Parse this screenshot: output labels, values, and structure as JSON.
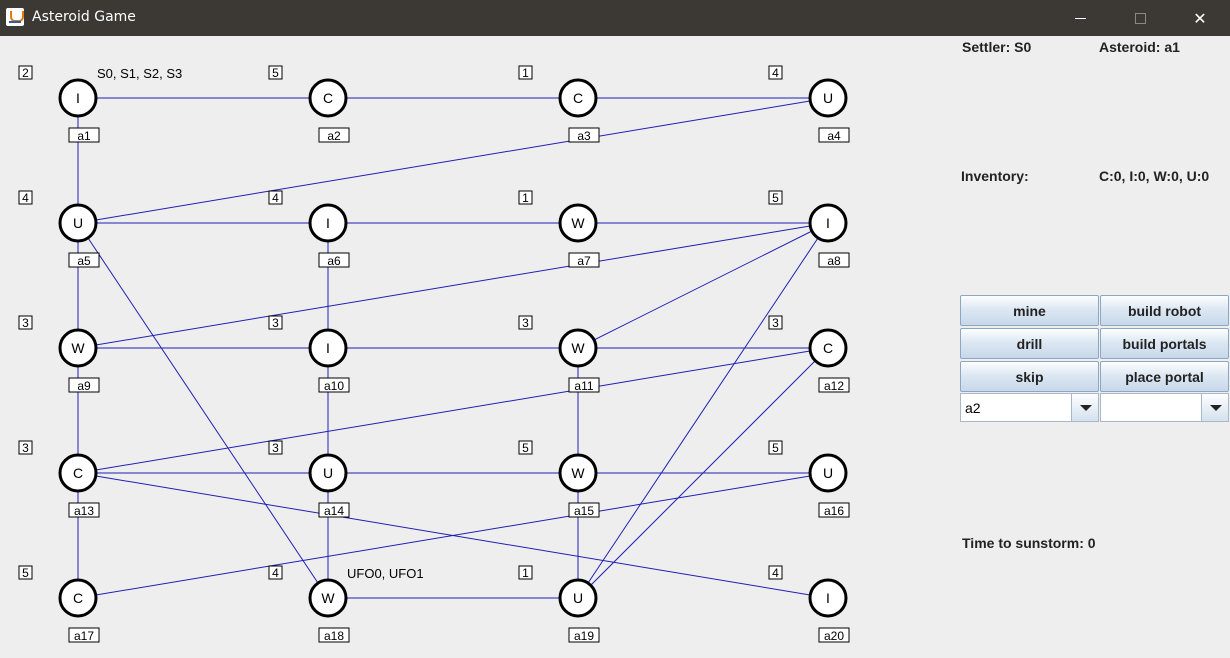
{
  "window": {
    "title": "Asteroid Game",
    "icon": "java-cup-icon",
    "controls": [
      "minimize-icon",
      "maximize-icon",
      "close-icon"
    ]
  },
  "colors": {
    "edge": "#1f1fb4",
    "background": "#eeeeee",
    "titlebar": "#3c3935"
  },
  "map": {
    "asteroids": [
      {
        "id": "a1",
        "material": "I",
        "layers": "2",
        "occupants": "S0, S1, S2, S3"
      },
      {
        "id": "a2",
        "material": "C",
        "layers": "5"
      },
      {
        "id": "a3",
        "material": "C",
        "layers": "1"
      },
      {
        "id": "a4",
        "material": "U",
        "layers": "4"
      },
      {
        "id": "a5",
        "material": "U",
        "layers": "4"
      },
      {
        "id": "a6",
        "material": "I",
        "layers": "4"
      },
      {
        "id": "a7",
        "material": "W",
        "layers": "1"
      },
      {
        "id": "a8",
        "material": "I",
        "layers": "5"
      },
      {
        "id": "a9",
        "material": "W",
        "layers": "3"
      },
      {
        "id": "a10",
        "material": "I",
        "layers": "3"
      },
      {
        "id": "a11",
        "material": "W",
        "layers": "3"
      },
      {
        "id": "a12",
        "material": "C",
        "layers": "3"
      },
      {
        "id": "a13",
        "material": "C",
        "layers": "3"
      },
      {
        "id": "a14",
        "material": "U",
        "layers": "3"
      },
      {
        "id": "a15",
        "material": "W",
        "layers": "5"
      },
      {
        "id": "a16",
        "material": "U",
        "layers": "5"
      },
      {
        "id": "a17",
        "material": "C",
        "layers": "5"
      },
      {
        "id": "a18",
        "material": "W",
        "layers": "4",
        "occupants": "UFO0, UFO1"
      },
      {
        "id": "a19",
        "material": "U",
        "layers": "1"
      },
      {
        "id": "a20",
        "material": "I",
        "layers": "4"
      }
    ],
    "neighbours": [
      [
        "a1",
        "a2"
      ],
      [
        "a2",
        "a3"
      ],
      [
        "a3",
        "a4"
      ],
      [
        "a1",
        "a5"
      ],
      [
        "a5",
        "a4"
      ],
      [
        "a5",
        "a6"
      ],
      [
        "a6",
        "a7"
      ],
      [
        "a7",
        "a8"
      ],
      [
        "a5",
        "a9"
      ],
      [
        "a5",
        "a18"
      ],
      [
        "a6",
        "a10"
      ],
      [
        "a9",
        "a8"
      ],
      [
        "a9",
        "a10"
      ],
      [
        "a10",
        "a11"
      ],
      [
        "a11",
        "a12"
      ],
      [
        "a11",
        "a8"
      ],
      [
        "a9",
        "a13"
      ],
      [
        "a10",
        "a14"
      ],
      [
        "a11",
        "a15"
      ],
      [
        "a13",
        "a12"
      ],
      [
        "a13",
        "a14"
      ],
      [
        "a14",
        "a15"
      ],
      [
        "a15",
        "a16"
      ],
      [
        "a13",
        "a20"
      ],
      [
        "a13",
        "a17"
      ],
      [
        "a14",
        "a18"
      ],
      [
        "a17",
        "a16"
      ],
      [
        "a18",
        "a19"
      ],
      [
        "a15",
        "a19"
      ],
      [
        "a19",
        "a8"
      ],
      [
        "a19",
        "a12"
      ]
    ]
  },
  "info": {
    "settler": "Settler: S0",
    "asteroid": "Asteroid: a1",
    "inventory_label": "Inventory:",
    "inventory_value": "C:0, I:0, W:0, U:0",
    "sunstorm": "Time to sunstorm: 0"
  },
  "actions": {
    "mine": "mine",
    "build_robot": "build robot",
    "drill": "drill",
    "build_portals": "build portals",
    "skip": "skip",
    "place_portal": "place portal"
  },
  "selects": {
    "destination": "a2",
    "portal": ""
  }
}
